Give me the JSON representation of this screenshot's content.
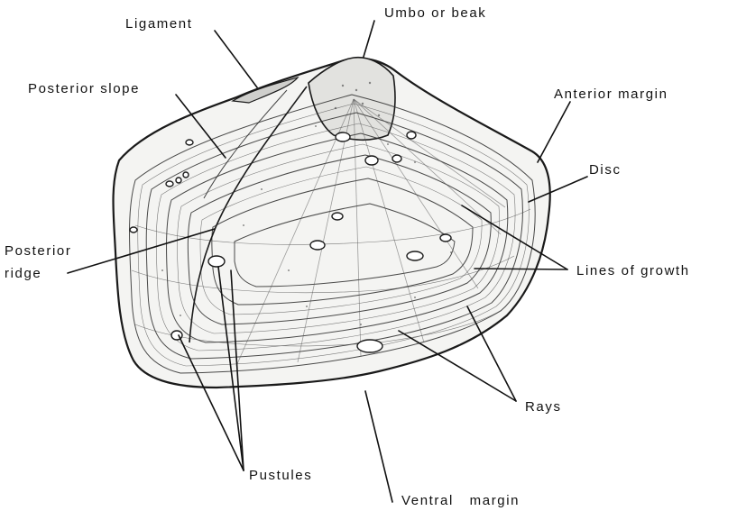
{
  "labels": {
    "ligament": "Ligament",
    "umbo": "Umbo or beak",
    "posterior_slope": "Posterior slope",
    "anterior_margin": "Anterior margin",
    "disc": "Disc",
    "posterior_ridge_line1": "Posterior",
    "posterior_ridge_line2": "ridge",
    "lines_of_growth": "Lines of growth",
    "rays": "Rays",
    "pustules": "Pustules",
    "ventral_margin": "Ventral margin"
  },
  "colors": {
    "ink": "#111111",
    "background": "#ffffff"
  }
}
